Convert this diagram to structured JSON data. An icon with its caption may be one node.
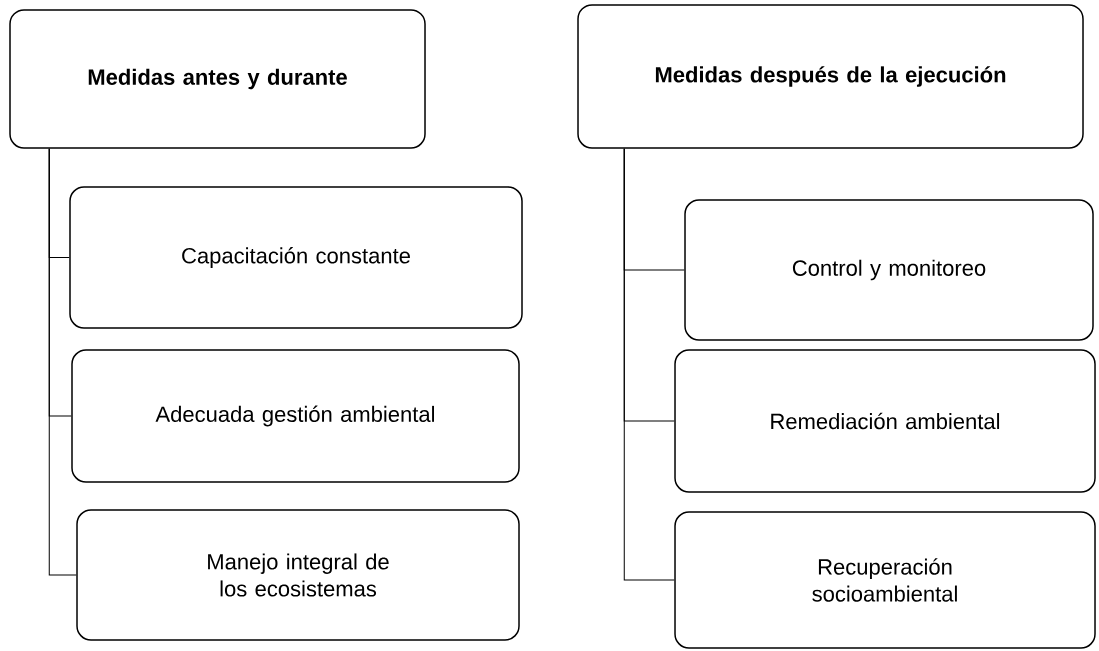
{
  "diagram": {
    "nodes": [
      {
        "text": [
          "Medidas antes y durante"
        ]
      },
      {
        "text": [
          "Capacitación constante"
        ]
      },
      {
        "text": [
          "Adecuada gestión ambiental"
        ]
      },
      {
        "text": [
          "Manejo integral de los ecosistemas"
        ]
      },
      {
        "text": [
          "Medidas después de la ejecución"
        ]
      },
      {
        "text": [
          "Control y monitoreo"
        ]
      },
      {
        "text": [
          "Remediación ambiental"
        ]
      },
      {
        "text": [
          "Recuperación socioambiental"
        ]
      }
    ],
    "edges": [
      {
        "from": 0,
        "to": 1,
        "arrow": "none"
      },
      {
        "from": 0,
        "to": 2,
        "arrow": "none"
      },
      {
        "from": 0,
        "to": 3,
        "arrow": "none"
      },
      {
        "from": 4,
        "to": 5,
        "arrow": "none"
      },
      {
        "from": 4,
        "to": 6,
        "arrow": "none"
      },
      {
        "from": 4,
        "to": 7,
        "arrow": "none"
      }
    ]
  }
}
